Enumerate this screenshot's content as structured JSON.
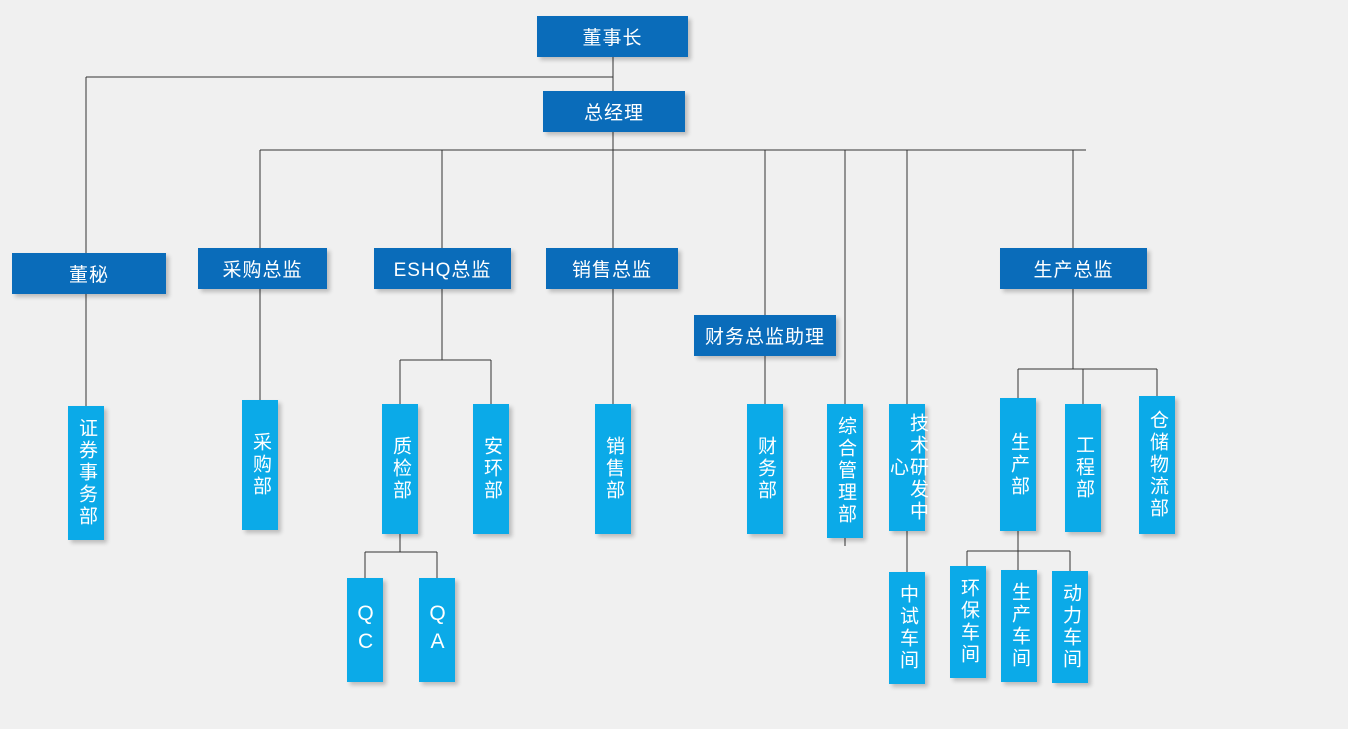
{
  "chart": {
    "title": "",
    "background_color": "#f0f0f0",
    "exec_color": "#0a6cba",
    "dept_color": "#0baae8",
    "line_color": "#333333"
  },
  "nodes": {
    "chairman": {
      "label": "董事长"
    },
    "general_manager": {
      "label": "总经理"
    },
    "board_secretary": {
      "label": "董秘"
    },
    "purchasing_director": {
      "label": "采购总监"
    },
    "eshq_director": {
      "label": "ESHQ总监"
    },
    "sales_director": {
      "label": "销售总监"
    },
    "finance_director_assistant": {
      "label": "财务总监助理"
    },
    "production_director": {
      "label": "生产总监"
    },
    "securities_affairs_dept": {
      "label": "证券事务部"
    },
    "purchasing_dept": {
      "label": "采购部"
    },
    "quality_inspection_dept": {
      "label": "质检部"
    },
    "safety_environment_dept": {
      "label": "安环部"
    },
    "sales_dept": {
      "label": "销售部"
    },
    "finance_dept": {
      "label": "财务部"
    },
    "general_admin_dept": {
      "label": "综合管理部"
    },
    "rd_center": {
      "label": "技术研发中心"
    },
    "production_dept": {
      "label": "生产部"
    },
    "engineering_dept": {
      "label": "工程部"
    },
    "warehouse_logistics_dept": {
      "label": "仓储物流部"
    },
    "qc": {
      "label": "QC"
    },
    "qa": {
      "label": "QA"
    },
    "pilot_workshop": {
      "label": "中试车间"
    },
    "environment_workshop": {
      "label": "环保车间"
    },
    "production_workshop": {
      "label": "生产车间"
    },
    "power_workshop": {
      "label": "动力车间"
    }
  }
}
